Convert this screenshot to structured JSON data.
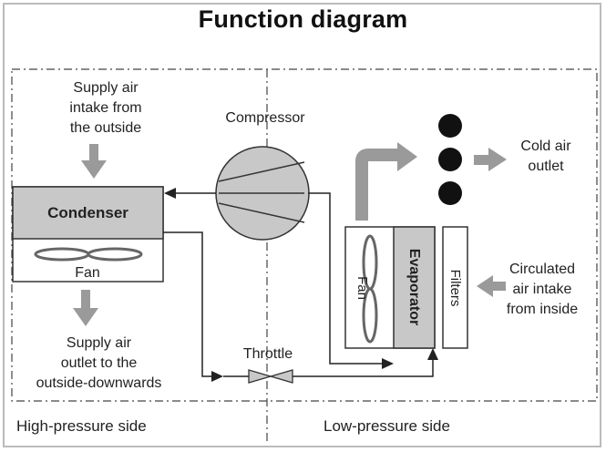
{
  "title": "Function diagram",
  "labels": {
    "supply_air_intake": [
      "Supply air",
      "intake from",
      "the outside"
    ],
    "compressor": "Compressor",
    "condenser": "Condenser",
    "condenser_fan": "Fan",
    "supply_air_outlet": [
      "Supply air",
      "outlet to the",
      "outside-downwards"
    ],
    "throttle": "Throttle",
    "cold_air_outlet": [
      "Cold air",
      "outlet"
    ],
    "evaporator": "Evaporator",
    "evaporator_fan": "Fan",
    "filters": "Filters",
    "circulated_air": [
      "Circulated",
      "air intake",
      "from inside"
    ],
    "high_pressure_side": "High-pressure side",
    "low_pressure_side": "Low-pressure side"
  },
  "colors": {
    "box_fill": "#c8c8c8",
    "arrow_gray": "#9a9a9a",
    "line": "#222222",
    "dot": "#111111"
  }
}
